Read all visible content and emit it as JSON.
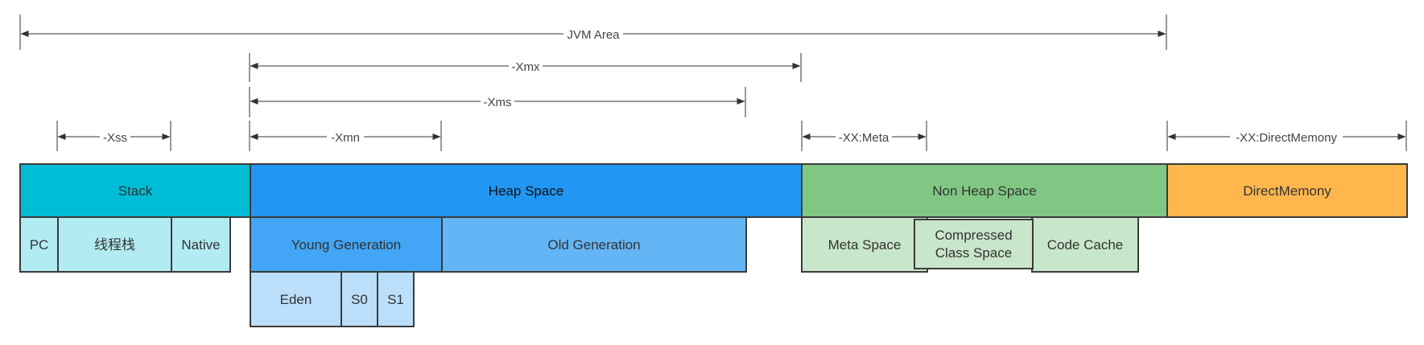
{
  "dimensions": {
    "jvm_area": "JVM Area",
    "xmx": "-Xmx",
    "xms": "-Xms",
    "xss": "-Xss",
    "xmn": "-Xmn",
    "xx_meta": "-XX:Meta",
    "xx_direct_memory": "-XX:DirectMemony"
  },
  "top_row": {
    "stack": "Stack",
    "heap_space": "Heap Space",
    "non_heap_space": "Non Heap Space",
    "direct_memory": "DirectMemony"
  },
  "stack_children": {
    "pc": "PC",
    "thread_stack": "线程栈",
    "native": "Native"
  },
  "heap_children": {
    "young_generation": "Young Generation",
    "old_generation": "Old Generation"
  },
  "young_children": {
    "eden": "Eden",
    "s0": "S0",
    "s1": "S1"
  },
  "non_heap_children": {
    "meta_space": "Meta Space",
    "compressed_line1": "Compressed",
    "compressed_line2": "Class Space",
    "code_cache": "Code Cache"
  },
  "colors": {
    "stack": "#00bcd4",
    "stack_child": "#b2ebf2",
    "heap": "#2196f3",
    "young": "#42a5f5",
    "old": "#64b5f6",
    "young_child": "#bbdefb",
    "non_heap": "#81c784",
    "non_heap_child": "#c8e6c9",
    "direct_memory": "#ffb74d"
  }
}
